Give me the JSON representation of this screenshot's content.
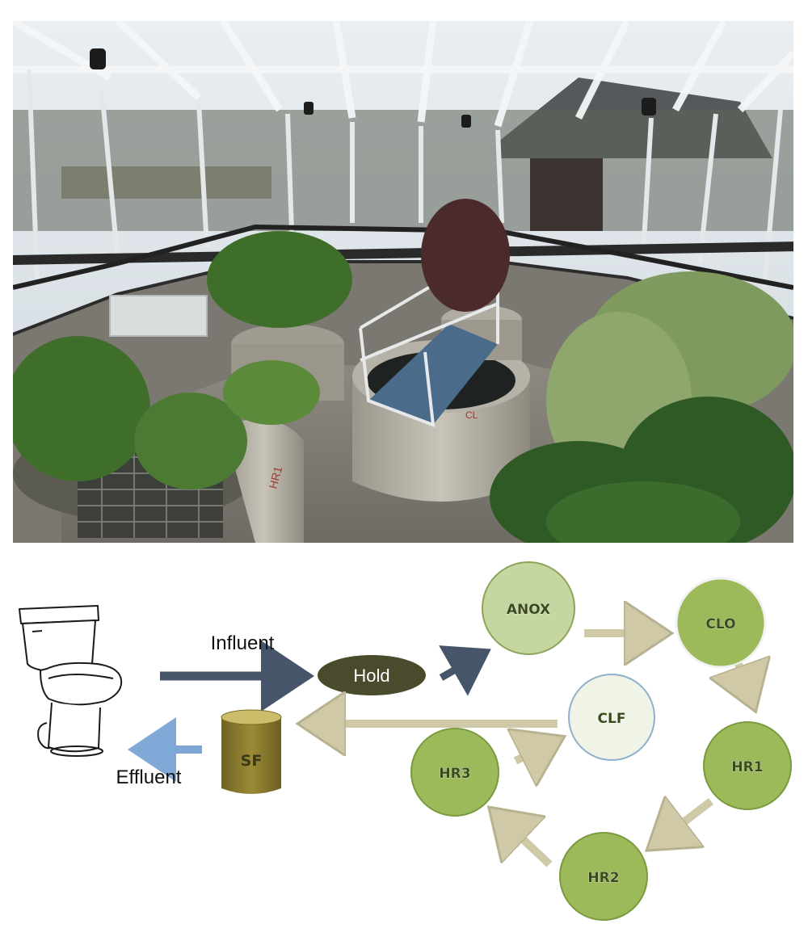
{
  "diagram": {
    "labels": {
      "influent": "Influent",
      "effluent": "Effluent",
      "hold": "Hold",
      "anox": "ANOX",
      "clo": "CLO",
      "clf": "CLF",
      "hr1": "HR1",
      "hr2": "HR2",
      "hr3": "HR3",
      "sf": "SF"
    },
    "colors": {
      "dark_arrow": "#46556a",
      "tan_arrow": "#cfc9a8",
      "effluent_arrow": "#7fa8d6",
      "hold_fill": "#4a4a2c",
      "green_node": "#9cba5a",
      "pale_green_node": "#c6d6a0",
      "clf_node": "#f0f4e6",
      "sf_tank": "#8f7d2c"
    },
    "icons": [
      "toilet-icon",
      "sf-tank-icon"
    ]
  },
  "photo": {
    "tank_labels": [
      "HR1",
      "CL"
    ]
  }
}
